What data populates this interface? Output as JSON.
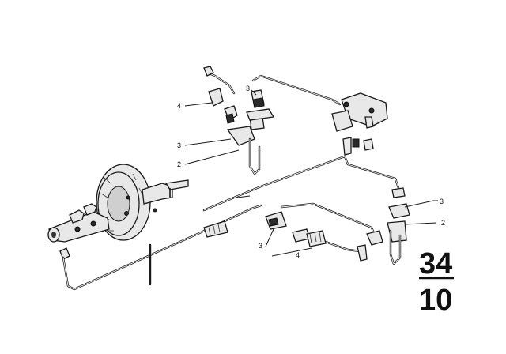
{
  "labels": {
    "top_left_hose": "4",
    "top_left_clip": "3",
    "top_left_bracket": "2",
    "top_center_clip": "3",
    "right_clip": "3",
    "right_bracket": "2",
    "bottom_clip": "3",
    "bottom_hose": "4"
  },
  "group_number": {
    "main": "34",
    "sub": "10"
  }
}
